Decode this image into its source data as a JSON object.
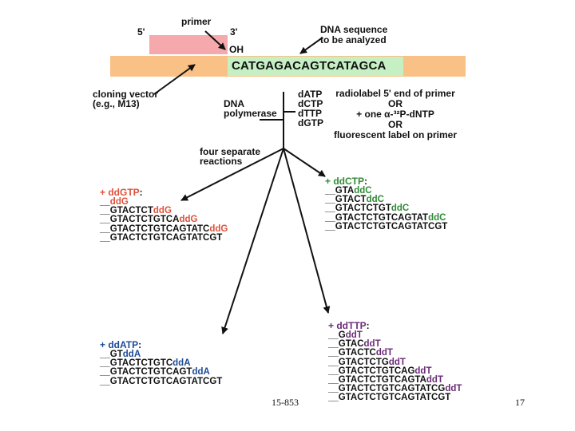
{
  "colors": {
    "vector_bar": "#f9c185",
    "primer_box": "#f5a9ad",
    "sequence_box": "#c7efc4",
    "gtp": "#e0513c",
    "ctp": "#2f8a36",
    "atp": "#1c4a98",
    "ttp": "#6a2c78",
    "arrow": "#111111"
  },
  "top": {
    "primer_label": "primer",
    "five_prime": "5'",
    "three_prime": "3'",
    "oh": "OH",
    "dna_label_line1": "DNA  sequence",
    "dna_label_line2": "to be analyzed",
    "template_sequence": "CATGAGACAGTCATAGCA"
  },
  "middle": {
    "cloning_vector": "cloning vector\n(e.g., M13)",
    "polymerase": "DNA\npolymerase",
    "dntps": "dATP\ndCTP\ndTTP\ndGTP",
    "label_options": {
      "line1": "radiolabel 5' end of primer",
      "line2": "OR",
      "line3": "+ one α-³²P-dNTP",
      "line4": "OR",
      "line5": "fluorescent label on primer"
    },
    "four_reactions": "four separate\nreactions"
  },
  "reactions": {
    "gtp": {
      "plus": "+ ",
      "name": "ddGTP",
      "colon": ":",
      "rows": [
        {
          "pre": "__",
          "seq": "",
          "dd": "ddG"
        },
        {
          "pre": "__",
          "seq": "GTACTCT",
          "dd": "ddG"
        },
        {
          "pre": "__",
          "seq": "GTACTCTGTCA",
          "dd": "ddG"
        },
        {
          "pre": "__",
          "seq": "GTACTCTGTCAGTATC",
          "dd": "ddG"
        },
        {
          "pre": "__",
          "seq": "GTACTCTGTCAGTATCGT",
          "dd": ""
        }
      ]
    },
    "ctp": {
      "plus": "+ ",
      "name": "ddCTP",
      "colon": ":",
      "rows": [
        {
          "pre": "__",
          "seq": "GTA",
          "dd": "ddC"
        },
        {
          "pre": "__",
          "seq": "GTACT",
          "dd": "ddC"
        },
        {
          "pre": "__",
          "seq": "GTACTCTGT",
          "dd": "ddC"
        },
        {
          "pre": "__",
          "seq": "GTACTCTGTCAGTAT",
          "dd": "ddC"
        },
        {
          "pre": "__",
          "seq": "GTACTCTGTCAGTATCGT",
          "dd": ""
        }
      ]
    },
    "atp": {
      "plus": "+ ",
      "name": "ddATP",
      "colon": ":",
      "rows": [
        {
          "pre": "__",
          "seq": "GT",
          "dd": "ddA"
        },
        {
          "pre": "__",
          "seq": "GTACTCTGTC",
          "dd": "ddA"
        },
        {
          "pre": "__",
          "seq": "GTACTCTGTCAGT",
          "dd": "ddA"
        },
        {
          "pre": "__",
          "seq": "GTACTCTGTCAGTATCGT",
          "dd": ""
        }
      ]
    },
    "ttp": {
      "plus": "+ ",
      "name": "ddTTP",
      "colon": ":",
      "rows": [
        {
          "pre": "__",
          "seq": "G",
          "dd": "ddT"
        },
        {
          "pre": "__",
          "seq": "GTAC",
          "dd": "ddT"
        },
        {
          "pre": "__",
          "seq": "GTACTC",
          "dd": "ddT"
        },
        {
          "pre": "__",
          "seq": "GTACTCTG",
          "dd": "ddT"
        },
        {
          "pre": "__",
          "seq": "GTACTCTGTCAG",
          "dd": "ddT"
        },
        {
          "pre": "__",
          "seq": "GTACTCTGTCAGTA",
          "dd": "ddT"
        },
        {
          "pre": "__",
          "seq": "GTACTCTGTCAGTATCG",
          "dd": "ddT"
        },
        {
          "pre": "__",
          "seq": "GTACTCTGTCAGTATCGT",
          "dd": ""
        }
      ]
    }
  },
  "footer": {
    "course": "15-853",
    "page": "17"
  }
}
